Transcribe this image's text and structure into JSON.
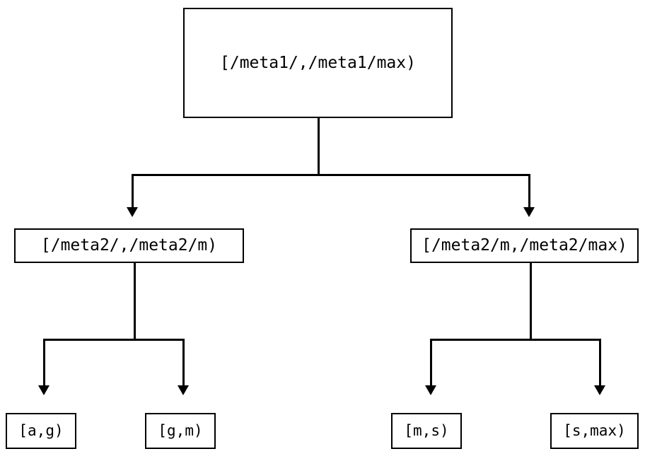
{
  "diagram": {
    "type": "binary-interval-tree",
    "orientation": "top-down",
    "background_color": "#ffffff",
    "line_color": "#000000",
    "arrow_style": "filled-triangle-down",
    "levels": 3
  },
  "nodes": {
    "root": {
      "label": "[/meta1/,/meta1/max)",
      "level": 1
    },
    "mid_left": {
      "label": "[/meta2/,/meta2/m)",
      "level": 2
    },
    "mid_right": {
      "label": "[/meta2/m,/meta2/max)",
      "level": 2
    },
    "leaf_1": {
      "label": "[a,g)",
      "level": 3
    },
    "leaf_2": {
      "label": "[g,m)",
      "level": 3
    },
    "leaf_3": {
      "label": "[m,s)",
      "level": 3
    },
    "leaf_4": {
      "label": "[s,max)",
      "level": 3
    }
  }
}
